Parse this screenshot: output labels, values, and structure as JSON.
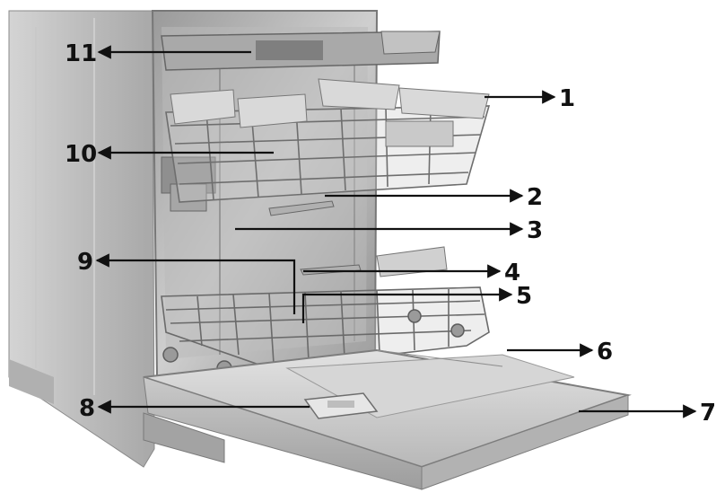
{
  "figure": {
    "callouts": [
      {
        "label": "1"
      },
      {
        "label": "2"
      },
      {
        "label": "3"
      },
      {
        "label": "4"
      },
      {
        "label": "5"
      },
      {
        "label": "6"
      },
      {
        "label": "7"
      },
      {
        "label": "8"
      },
      {
        "label": "9"
      },
      {
        "label": "10"
      },
      {
        "label": "11"
      }
    ]
  }
}
